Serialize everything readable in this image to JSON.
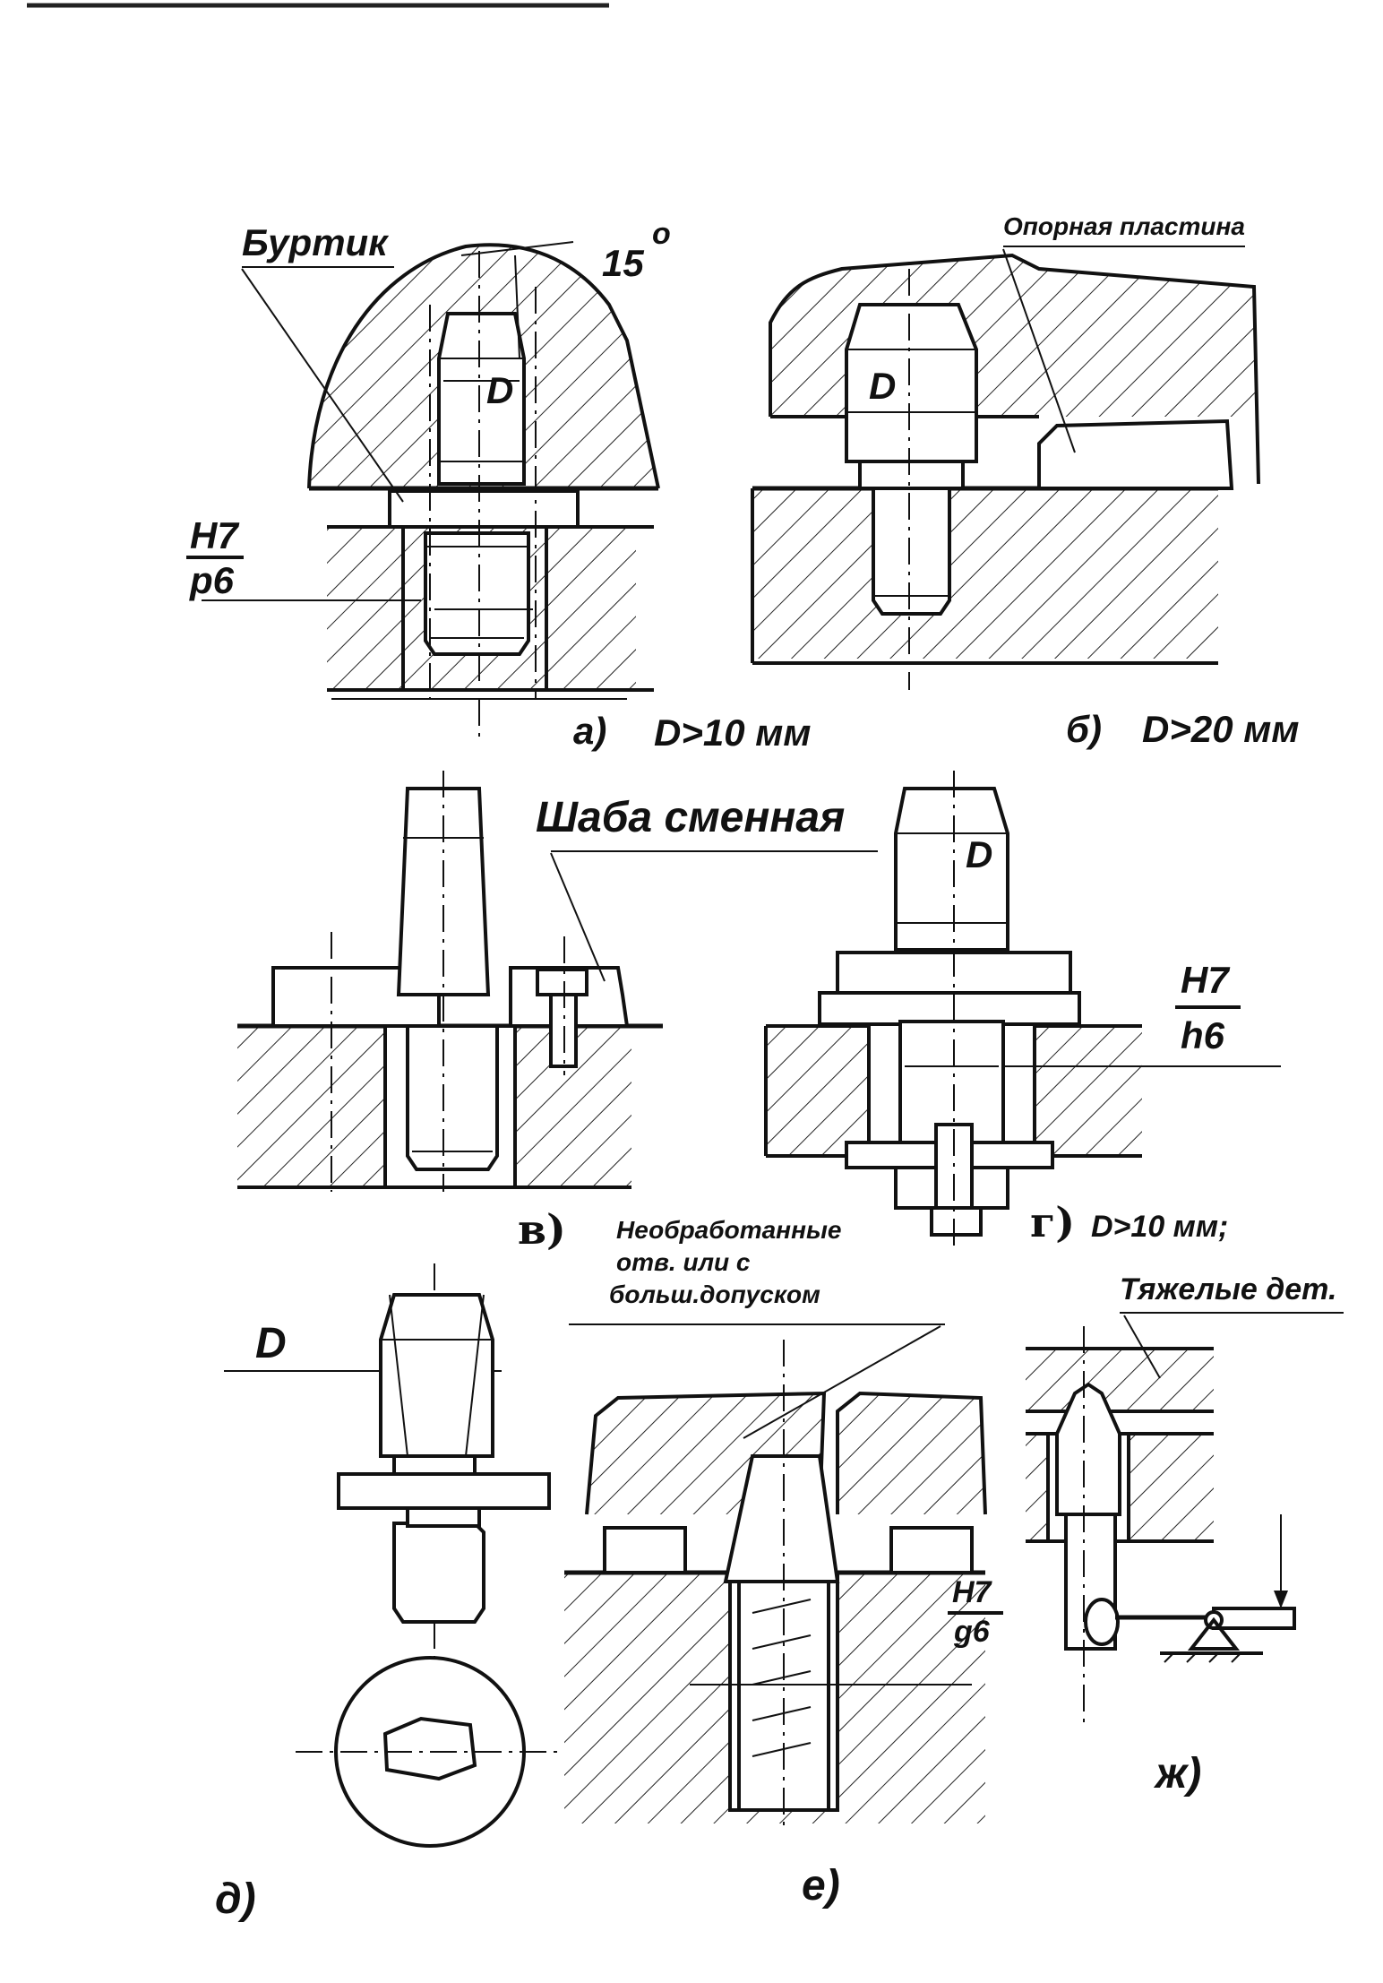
{
  "labels": {
    "burtik": "Буртик",
    "angle": "15",
    "angle_unit": "о",
    "dim_d": "D",
    "fit_a_top": "H7",
    "fit_a_bottom": "p6",
    "opornaya": "Опорная пластина",
    "caption_a_letter": "а)",
    "caption_a_cond": "D>10 мм",
    "caption_b_letter": "б)",
    "caption_b_cond": "D>20 мм",
    "shaba": "Шаба сменная",
    "fit_g_top": "H7",
    "fit_g_bottom": "h6",
    "caption_v_letter": "в)",
    "caption_g_letter": "г)",
    "caption_g_cond": "D>10 мм;",
    "neobr_line1": "Необработанные",
    "neobr_line2": "отв. или с",
    "neobr_line3": "больш.допуском",
    "tyazhelye": "Тяжелые дет.",
    "fit_e_top": "H7",
    "fit_e_bottom": "g6",
    "caption_d_letter": "д)",
    "caption_e_letter": "е)",
    "caption_zh_letter": "ж)"
  }
}
